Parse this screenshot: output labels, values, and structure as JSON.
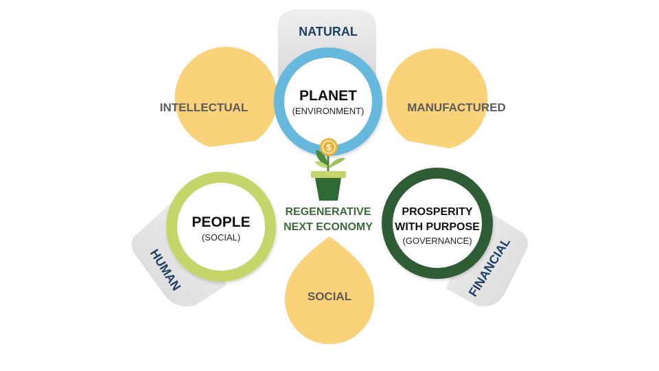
{
  "capitals": {
    "natural": "NATURAL",
    "human": "HUMAN",
    "financial": "FINANCIAL",
    "intellectual": "INTELLECTUAL",
    "manufactured": "MANUFACTURED",
    "social": "SOCIAL"
  },
  "pillars": {
    "planet": {
      "title": "PLANET",
      "subtitle": "(ENVIRONMENT)"
    },
    "people": {
      "title": "PEOPLE",
      "subtitle": "(SOCIAL)"
    },
    "prosperity": {
      "line1": "PROSPERITY",
      "line2": "WITH PURPOSE",
      "subtitle": "(GOVERNANCE)"
    }
  },
  "center": {
    "line1": "REGENERATIVE",
    "line2": "NEXT ECONOMY"
  },
  "coin_symbol": "$",
  "colors": {
    "planet_ring": "#66b8dc",
    "people_ring": "#c6d56b",
    "prosperity_ring": "#2f5d34",
    "drop_fill": "#fad27a",
    "shadow_fill": "#e9e9e9",
    "pot": "#2f6a36",
    "coin": "#f2b12e"
  }
}
